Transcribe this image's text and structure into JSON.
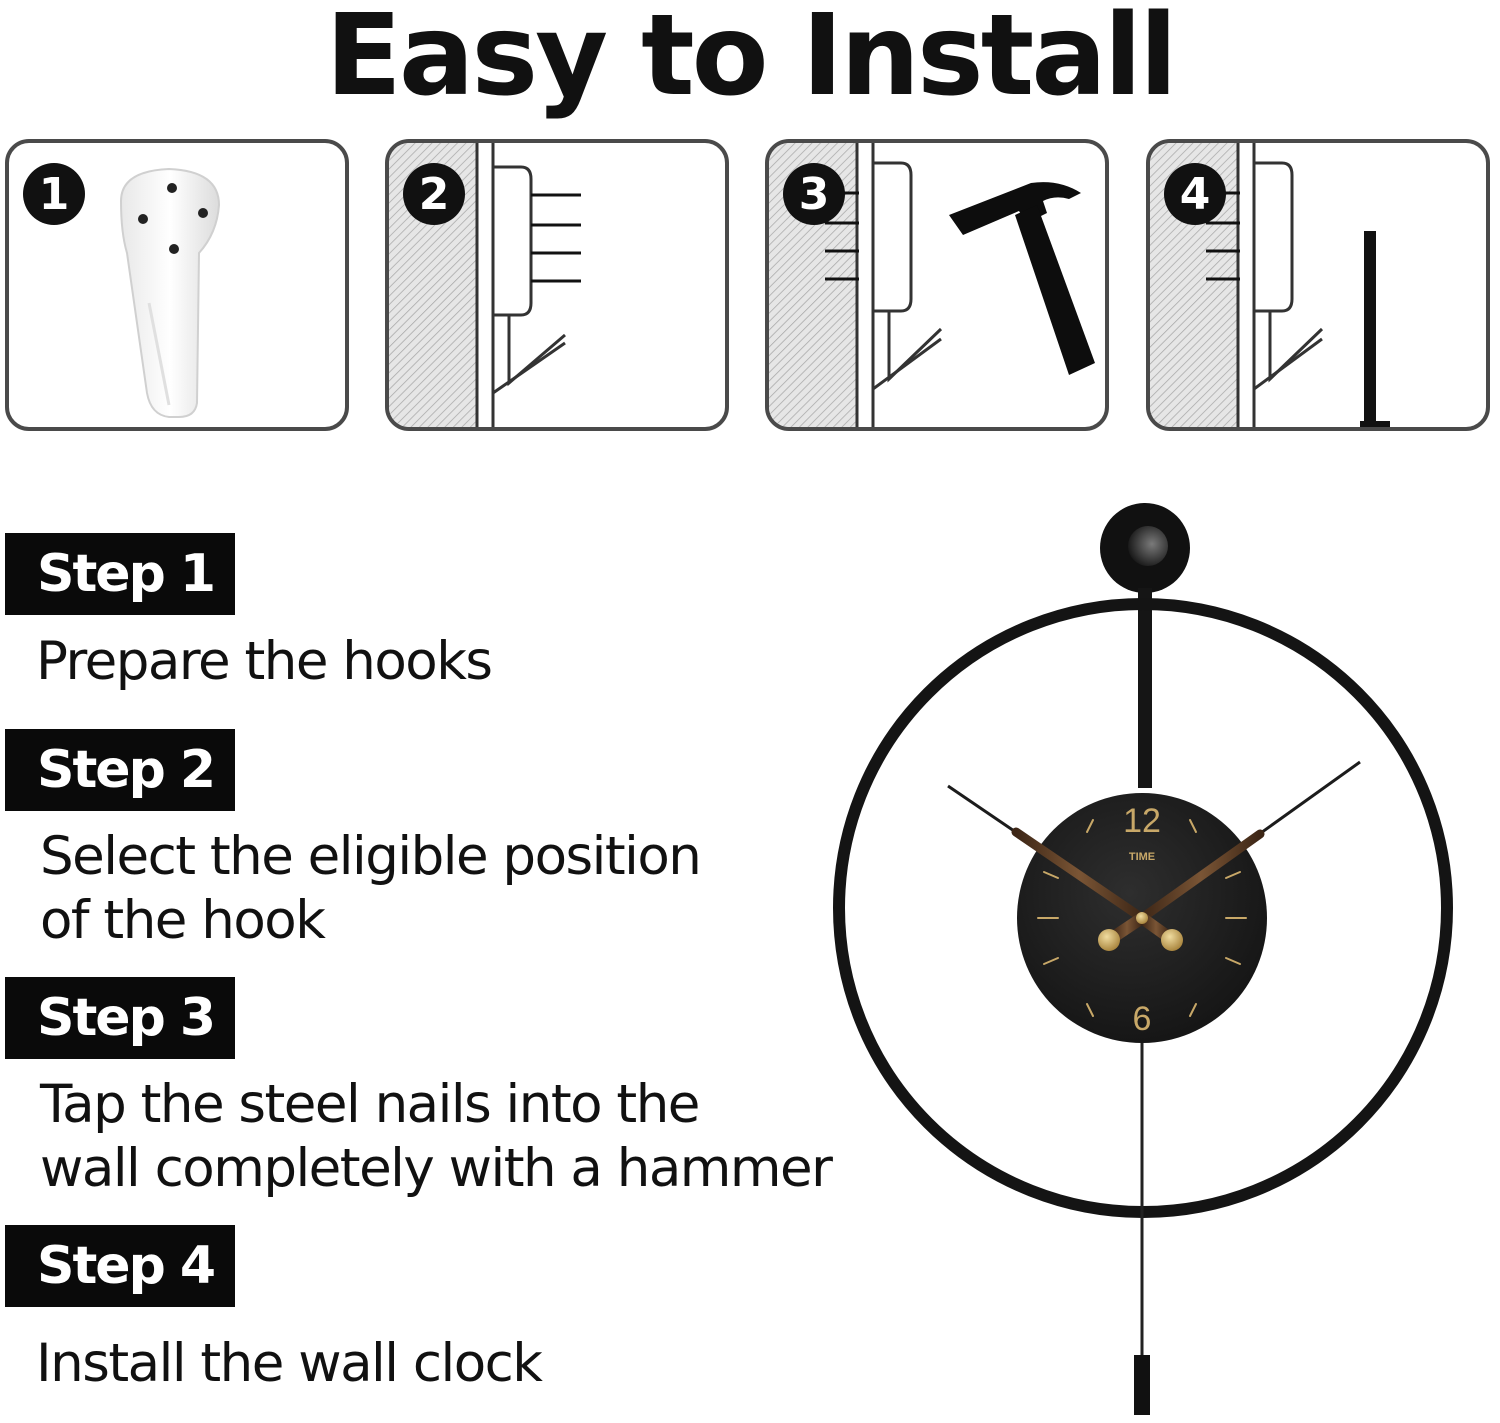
{
  "title": "Easy to Install",
  "panels": [
    {
      "number": "1",
      "icon": "wall-hook-icon"
    },
    {
      "number": "2",
      "icon": "hook-with-nails-icon"
    },
    {
      "number": "3",
      "icon": "hammer-icon"
    },
    {
      "number": "4",
      "icon": "clock-on-hook-icon"
    }
  ],
  "steps": [
    {
      "label": "Step 1",
      "description": "Prepare the hooks"
    },
    {
      "label": "Step 2",
      "description": "Select the eligible position\nof the hook"
    },
    {
      "label": "Step 3",
      "description": "Tap the steel nails into the\nwall completely with a hammer"
    },
    {
      "label": "Step 4",
      "description": "Install the wall clock"
    }
  ],
  "clock": {
    "icon": "pendulum-wall-clock-icon",
    "numeral_top": "12",
    "numeral_bottom": "6",
    "brand": "TIME",
    "colors": {
      "frame": "#111111",
      "dial": "#1a1a1a",
      "accent": "#c8a868",
      "hands": "#6b4a2e"
    }
  }
}
